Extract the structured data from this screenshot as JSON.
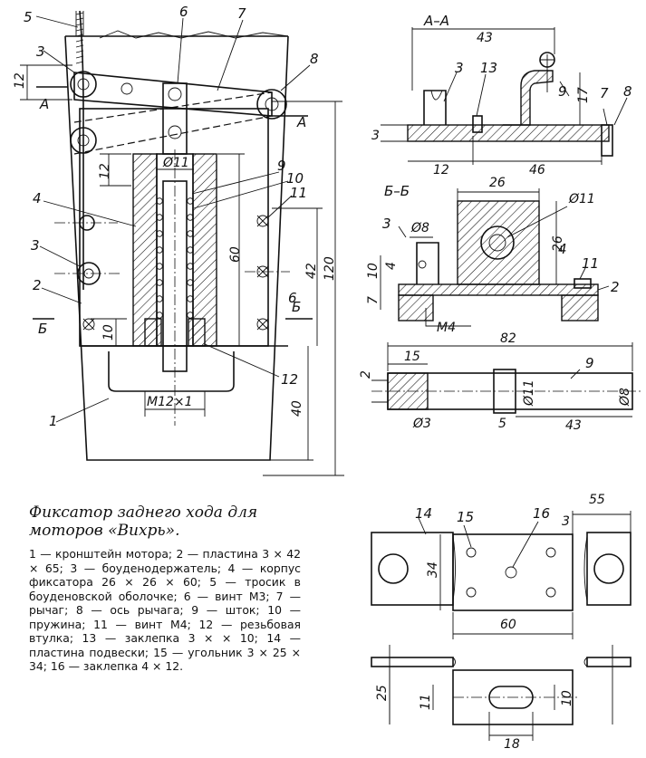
{
  "caption": {
    "title": "Фиксатор заднего хода для моторов «Вихрь».",
    "legend": "1 — кронштейн мотора; 2 — пластина 3 × 42 × 65; 3 — боуденодержатель; 4 — корпус фиксатора 26 × 26 × 60; 5 — тросик в боуденовской оболочке; 6 — винт М3; 7 — рычаг; 8 — ось рычага; 9 — шток; 10 — пружина; 11 — винт М4; 12 — резьбовая втулка; 13 — заклепка 3 × × 10; 14 — пластина подвески; 15 — угольник 3 × 25 × 34; 16 — заклепка 4 × 12."
  },
  "main_view": {
    "part_numbers": [
      "5",
      "6",
      "7",
      "3",
      "8",
      "9",
      "10",
      "11",
      "4",
      "3",
      "2",
      "6",
      "12",
      "1"
    ],
    "section_marks": [
      "A",
      "A",
      "Б",
      "Б"
    ],
    "dims": [
      "12",
      "Ø11",
      "12",
      "60",
      "42",
      "120",
      "10",
      "М12×1",
      "40"
    ]
  },
  "section_aa": {
    "label": "А–А",
    "part_numbers": [
      "3",
      "13",
      "9",
      "7",
      "8"
    ],
    "dims": [
      "43",
      "3",
      "12",
      "46",
      "17"
    ]
  },
  "section_bb": {
    "label": "Б–Б",
    "part_numbers": [
      "3",
      "4",
      "11",
      "2"
    ],
    "dims": [
      "26",
      "Ø8",
      "Ø11",
      "26",
      "4",
      "10",
      "7",
      "М4"
    ]
  },
  "rod_view": {
    "part_numbers": [
      "9"
    ],
    "dims": [
      "82",
      "15",
      "2",
      "Ø11",
      "Ø8",
      "Ø3",
      "5",
      "43"
    ]
  },
  "plate_view": {
    "part_numbers": [
      "14",
      "15",
      "16"
    ],
    "dims": [
      "55",
      "3",
      "34",
      "60"
    ]
  },
  "bottom_view": {
    "dims": [
      "25",
      "11",
      "10",
      "18"
    ]
  }
}
